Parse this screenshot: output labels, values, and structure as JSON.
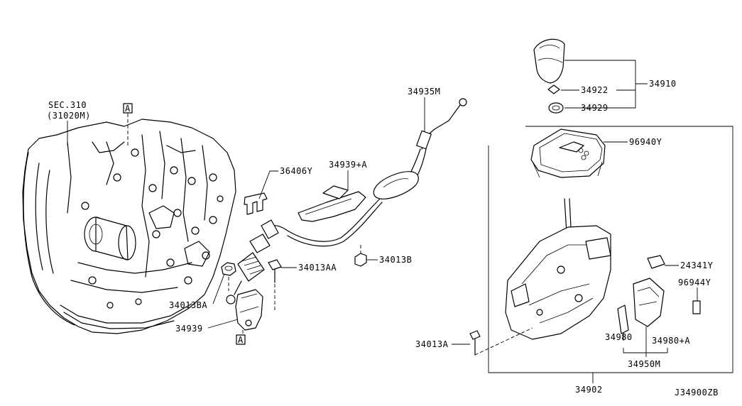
{
  "diagram_id": "J34900ZB",
  "section_ref": {
    "line1": "SEC.310",
    "line2": "(31020M)"
  },
  "ref_marker": "A",
  "labels": {
    "p34935M": "34935M",
    "p34910": "34910",
    "p34922": "34922",
    "p34929": "34929",
    "p96940Y": "96940Y",
    "p36406Y": "36406Y",
    "p34939A": "34939+A",
    "p34013B": "34013B",
    "p34013AA": "34013AA",
    "p34013BA": "34013BA",
    "p34939": "34939",
    "p24341Y": "24341Y",
    "p96944Y": "96944Y",
    "p34980": "34980",
    "p34980A": "34980+A",
    "p34950M": "34950M",
    "p34013A": "34013A",
    "p34902": "34902"
  }
}
